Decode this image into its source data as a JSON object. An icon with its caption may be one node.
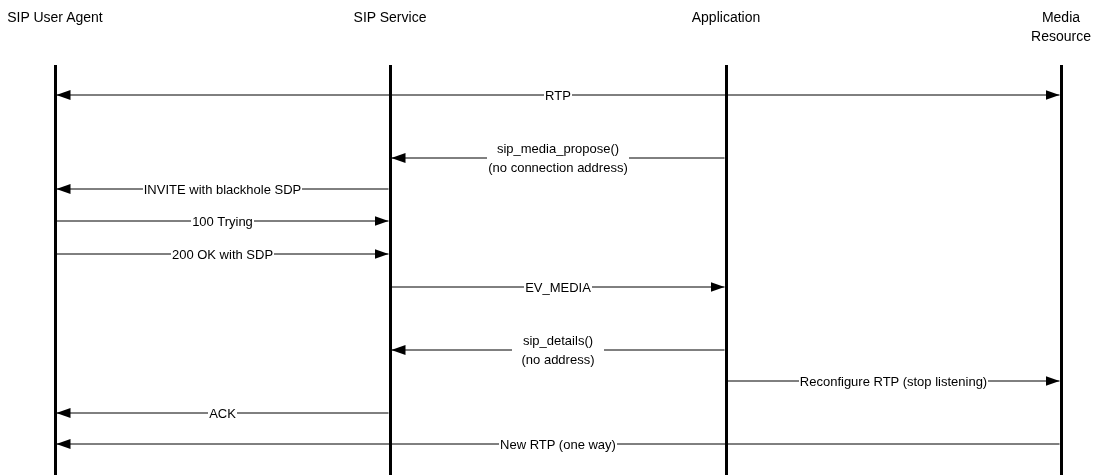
{
  "diagram": {
    "nodes": [
      {
        "text": [
          "SIP User Agent"
        ]
      },
      {
        "text": [
          "SIP Service"
        ]
      },
      {
        "text": [
          "Application"
        ]
      },
      {
        "text": [
          "Media Resource"
        ]
      }
    ],
    "edges": [
      {
        "from": 0,
        "to": 3,
        "arrow": "both",
        "label": "RTP"
      },
      {
        "from": 2,
        "to": 1,
        "arrow": "to",
        "label": "sip_media_propose() (no connection address)"
      },
      {
        "from": 1,
        "to": 0,
        "arrow": "to",
        "label": "INVITE with blackhole SDP"
      },
      {
        "from": 0,
        "to": 1,
        "arrow": "to",
        "label": "100 Trying"
      },
      {
        "from": 0,
        "to": 1,
        "arrow": "to",
        "label": "200 OK with SDP"
      },
      {
        "from": 1,
        "to": 2,
        "arrow": "to",
        "label": "EV_MEDIA"
      },
      {
        "from": 2,
        "to": 1,
        "arrow": "to",
        "label": "sip_details() (no address)"
      },
      {
        "from": 2,
        "to": 3,
        "arrow": "to",
        "label": "Reconfigure RTP (stop listening)"
      },
      {
        "from": 1,
        "to": 0,
        "arrow": "to",
        "label": "ACK"
      },
      {
        "from": 3,
        "to": 0,
        "arrow": "to",
        "label": "New RTP (one way)"
      }
    ]
  }
}
